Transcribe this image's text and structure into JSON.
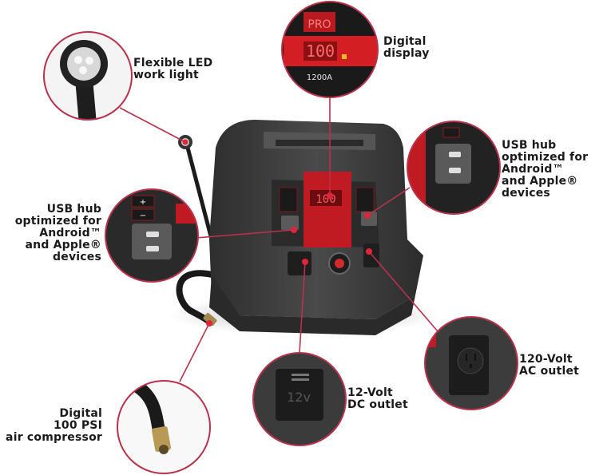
{
  "product": {
    "display_value": "100",
    "brand_badge": "PRO",
    "amp_rating": "1200A",
    "dc_label": "12v"
  },
  "callouts": [
    {
      "id": "led",
      "lines": [
        "Flexible LED",
        "work light"
      ]
    },
    {
      "id": "display",
      "lines": [
        "Digital",
        "display"
      ]
    },
    {
      "id": "usb_right",
      "lines": [
        "USB hub",
        "optimized for",
        "Android™",
        "and Apple®",
        "devices"
      ]
    },
    {
      "id": "usb_left",
      "lines": [
        "USB hub",
        "optimized for",
        "Android™",
        "and Apple®",
        "devices"
      ]
    },
    {
      "id": "ac",
      "lines": [
        "120-Volt",
        "AC outlet"
      ]
    },
    {
      "id": "dc",
      "lines": [
        "12-Volt",
        "DC outlet"
      ]
    },
    {
      "id": "compressor",
      "lines": [
        "Digital",
        "100 PSI",
        "air compressor"
      ]
    }
  ],
  "colors": {
    "accent": "#b8324b",
    "dot": "#e0243a",
    "body": "#3a3a3a",
    "display_red": "#d31f24"
  }
}
